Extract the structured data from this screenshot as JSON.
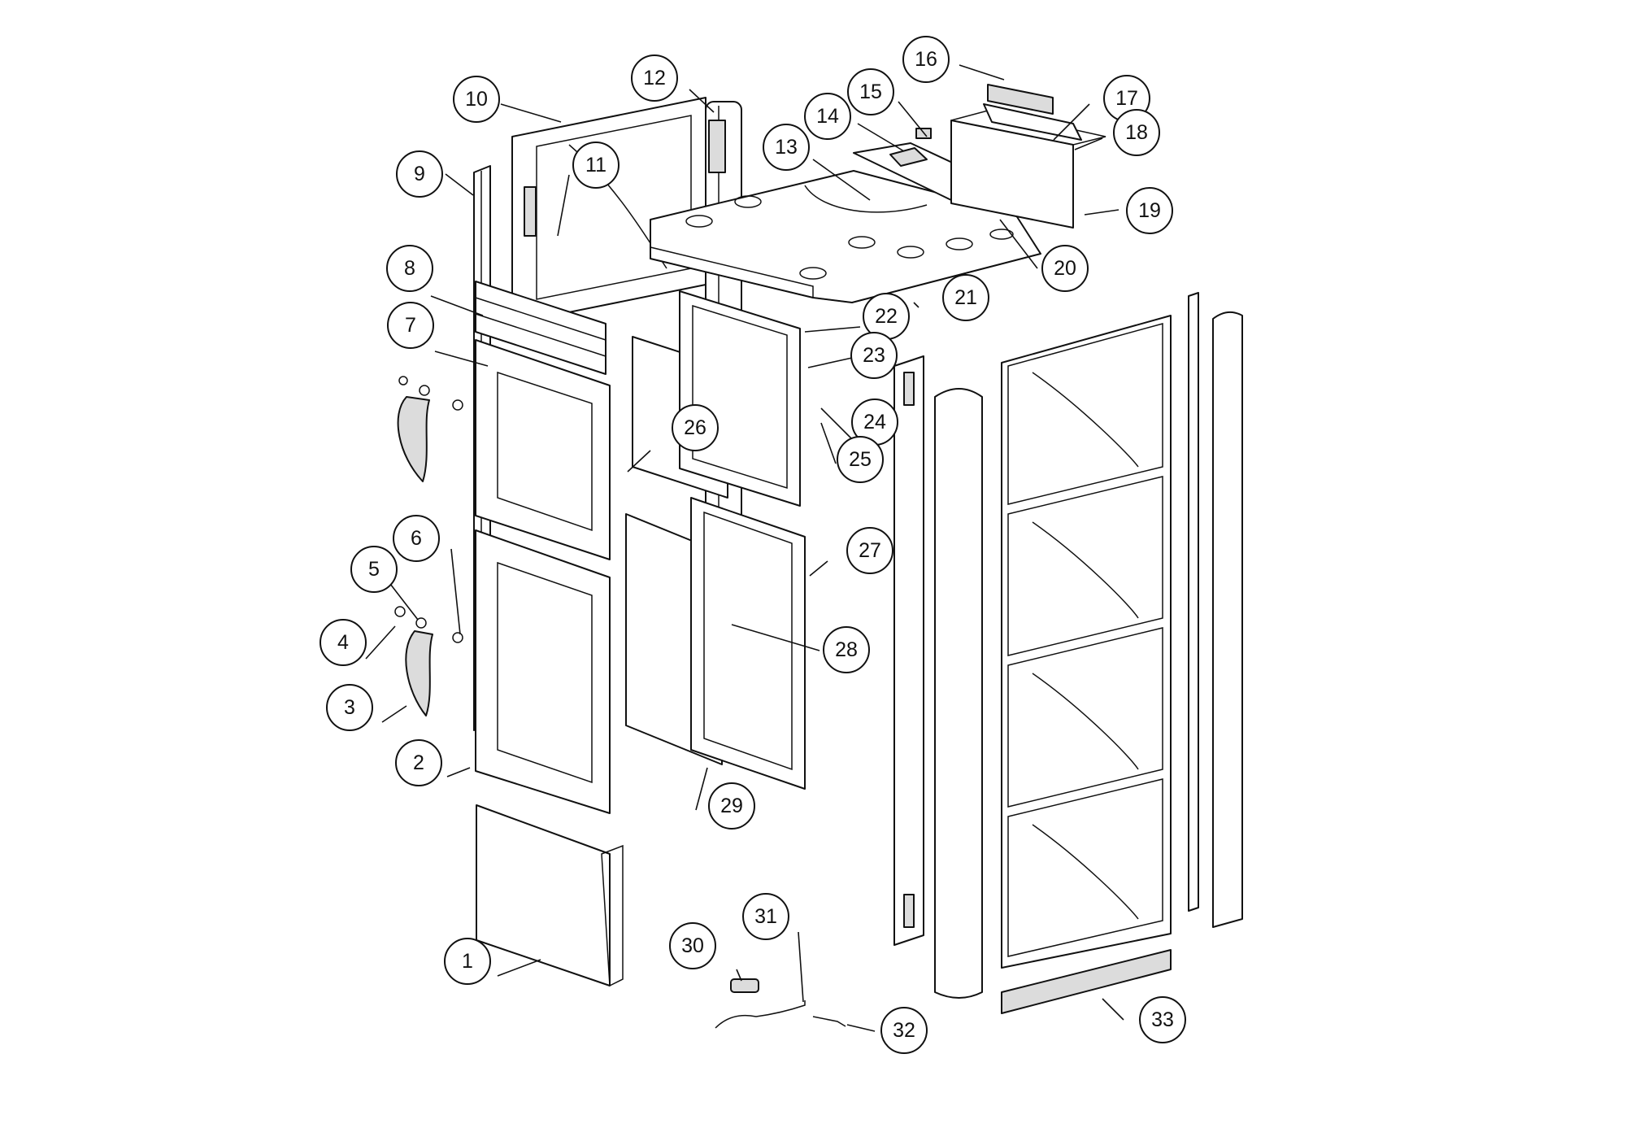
{
  "diagram": {
    "type": "exploded-parts-view",
    "line_color": "#111111",
    "background": "#ffffff",
    "callouts": [
      {
        "id": "c1",
        "label": "1"
      },
      {
        "id": "c2",
        "label": "2"
      },
      {
        "id": "c3",
        "label": "3"
      },
      {
        "id": "c4",
        "label": "4"
      },
      {
        "id": "c5",
        "label": "5"
      },
      {
        "id": "c6",
        "label": "6"
      },
      {
        "id": "c7",
        "label": "7"
      },
      {
        "id": "c8",
        "label": "8"
      },
      {
        "id": "c9",
        "label": "9"
      },
      {
        "id": "c10",
        "label": "10"
      },
      {
        "id": "c11",
        "label": "11"
      },
      {
        "id": "c12",
        "label": "12"
      },
      {
        "id": "c13",
        "label": "13"
      },
      {
        "id": "c14",
        "label": "14"
      },
      {
        "id": "c15",
        "label": "15"
      },
      {
        "id": "c16",
        "label": "16"
      },
      {
        "id": "c17",
        "label": "17"
      },
      {
        "id": "c18",
        "label": "18"
      },
      {
        "id": "c19",
        "label": "19"
      },
      {
        "id": "c20",
        "label": "20"
      },
      {
        "id": "c21",
        "label": "21"
      },
      {
        "id": "c22",
        "label": "22"
      },
      {
        "id": "c23",
        "label": "23"
      },
      {
        "id": "c24",
        "label": "24"
      },
      {
        "id": "c25",
        "label": "25"
      },
      {
        "id": "c26",
        "label": "26"
      },
      {
        "id": "c27",
        "label": "27"
      },
      {
        "id": "c28",
        "label": "28"
      },
      {
        "id": "c29",
        "label": "29"
      },
      {
        "id": "c30",
        "label": "30"
      },
      {
        "id": "c31",
        "label": "31"
      },
      {
        "id": "c32",
        "label": "32"
      },
      {
        "id": "c33",
        "label": "33"
      }
    ]
  }
}
